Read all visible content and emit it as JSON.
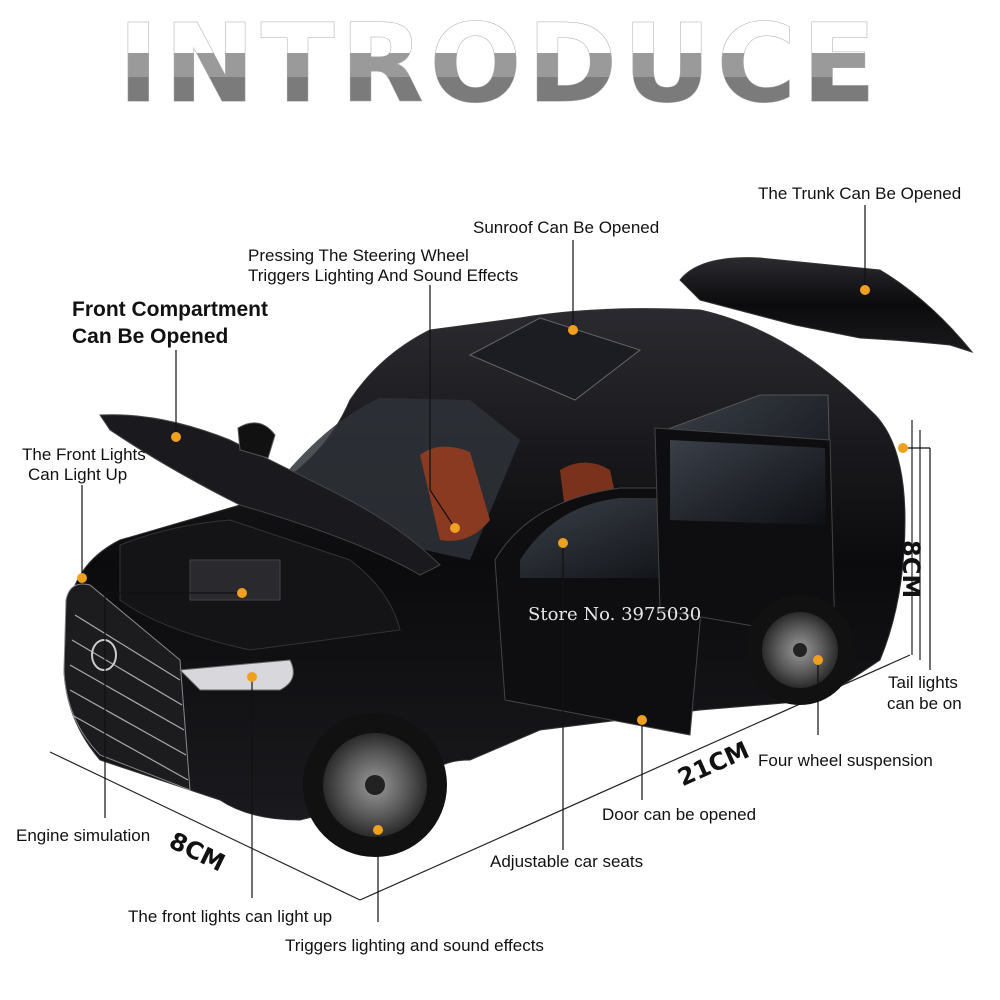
{
  "title": "INTRODUCE",
  "watermark": "Store No. 3975030",
  "callouts": {
    "trunk": "The Trunk Can Be Opened",
    "sunroof": "Sunroof Can Be Opened",
    "steering_line1": "Pressing The Steering Wheel",
    "steering_line2": "Triggers Lighting And Sound Effects",
    "front_compartment_line1": "Front Compartment",
    "front_compartment_line2": "Can Be Opened",
    "front_lights_line1": "The Front Lights",
    "front_lights_line2": "Can Light Up",
    "tail_lights_line1": "Tail lights",
    "tail_lights_line2": "can be on",
    "suspension": "Four wheel suspension",
    "door": "Door can be opened",
    "seats": "Adjustable car seats",
    "engine": "Engine simulation",
    "front_lights_bottom": "The front lights can light up",
    "triggers": "Triggers lighting and sound effects"
  },
  "dimensions": {
    "height": "8CM",
    "length": "21CM",
    "width": "8CM"
  },
  "colors": {
    "dot": "#f0a020",
    "car": "#0c0c0e",
    "interior": "#8a3a20",
    "title": "#8a8a8a"
  }
}
